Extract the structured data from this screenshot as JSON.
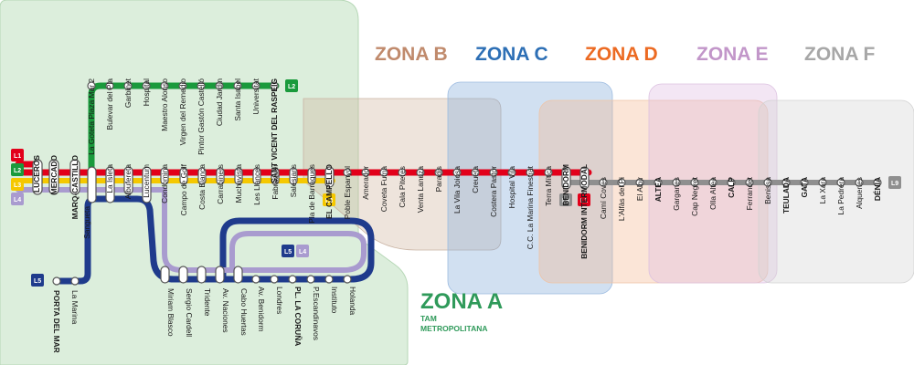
{
  "colors": {
    "L1": "#e2001a",
    "L2": "#1a9a3c",
    "L3": "#f5c800",
    "L4": "#a99bcf",
    "L5": "#1f3b8c",
    "L9": "#8f8f8f"
  },
  "zones": {
    "A": {
      "label": "ZONA A",
      "sub": [
        "TAM",
        "METROPOLITANA"
      ],
      "color": "#2f9a5a"
    },
    "B": {
      "label": "ZONA B",
      "color": "#c08a6c"
    },
    "C": {
      "label": "ZONA C",
      "color": "#2d6fb5"
    },
    "D": {
      "label": "ZONA D",
      "color": "#ec6a22"
    },
    "E": {
      "label": "ZONA E",
      "color": "#c296c9"
    },
    "F": {
      "label": "ZONA F",
      "color": "#a7a7a7"
    }
  },
  "line_badges": {
    "L1": "L1",
    "L2": "L2",
    "L3": "L3",
    "L4": "L4",
    "L5": "L5",
    "L9": "L9"
  },
  "stations": {
    "luceros": "LUCEROS",
    "mercado": "MERCADO",
    "marq_castillo": "MARQ-CASTILLO",
    "sangueta": "Sangueta",
    "la_isleta": "La Isleta",
    "albufereta": "Albufereta",
    "lucentum": "Lucentum",
    "condomina": "Condomina",
    "campo_golf": "Campo de Golf",
    "costa_blanca": "Costa Blanca",
    "carrabiners": "Carrabiners",
    "muchavista": "Muchavista",
    "les_llances": "Les Llances",
    "fabraquer": "Fabraquer",
    "salesians": "Salesians",
    "pla_barraques": "Pla de Barraques",
    "el_campello": "EL CAMPELLO",
    "poble_espanyol": "Poble Espanyol",
    "amerador": "Amerador",
    "coveta_fuma": "Coveta Fumà",
    "cala_piteres": "Cala Piteres",
    "venta_lanuza": "Venta Lanuza",
    "paradis": "Paradis",
    "la_vila_joiosa": "La Vila Joiosa",
    "creueta": "Creueta",
    "costera_pastor": "Costera Pastor",
    "hospital_vila": "Hospital Vila",
    "cc_la_marina_finestrat": "C.C. La Marina Finestrat",
    "terra_mitica": "Terra Mítica",
    "benidorm": "BENIDORM",
    "benidorm_intermodal": "BENIDORM INTERMODAL",
    "cami_coves": "Camí Coves",
    "lalfas_pi": "L'Alfàs del Pi",
    "el_albir": "El Albir",
    "altea": "ALTEA",
    "garganes": "Garganes",
    "cap_negret": "Cap Negret",
    "olla_altea": "Olla Altea",
    "calp": "CALP",
    "ferrandet": "Ferrandet",
    "benissa": "Benissa",
    "teulada": "TEULADA",
    "gata": "GATA",
    "la_xara": "La Xara",
    "la_pedrera": "La Pedrera",
    "alqueries": "Alqueries",
    "denia": "DÉNIA",
    "bulevar_pla": "Bulevar del Pla",
    "la_goteta": "La Goteta Plaza Mar 2",
    "garbinet": "Garbinet",
    "hospital": "Hospital",
    "maestro_alonso": "Maestro Alonso",
    "virgen_remedio": "Virgen del Remedio",
    "pintor_gaston": "Pintor Gastón Castelló",
    "ciudad_jardin": "Ciudad Jardín",
    "santa_isabel": "Santa Isabel",
    "universitat": "Universitat",
    "sant_vicent": "SANT VICENT DEL RASPEIG",
    "miriam_blasco": "Miriam Blasco",
    "sergio_cardell": "Sergio Cardell",
    "tridente": "Tridente",
    "av_naciones": "Av. Naciones",
    "cabo_huertas": "Cabo Huertas",
    "av_benidorm": "Av. Benidorm",
    "londres": "Londres",
    "pl_coruna": "PL. LA CORUÑA",
    "p_escandinavos": "P.Escandinavos",
    "instituto": "Instituto",
    "holanda": "Holanda",
    "la_marina": "La Marina",
    "porta_del_mar": "PORTA DEL MAR"
  }
}
